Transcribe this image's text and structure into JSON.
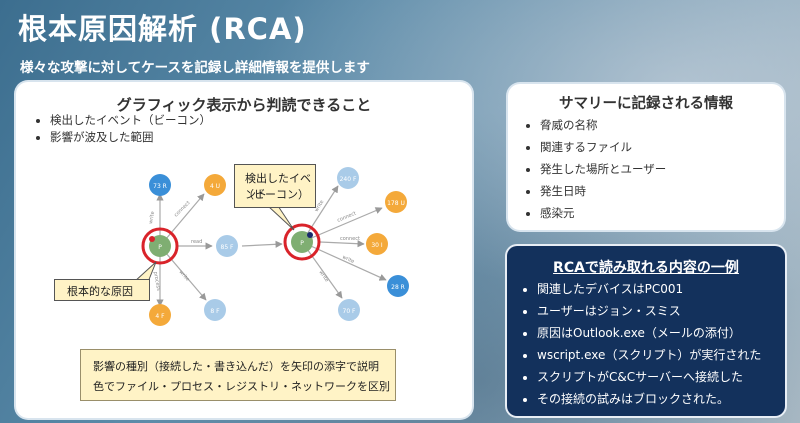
{
  "title": "根本原因解析 (RCA)",
  "subtitle": "様々な攻撃に対してケースを記録し詳細情報を提供します",
  "left_card": {
    "heading": "グラフィック表示から判読できること",
    "bullets": [
      "検出したイベント（ビーコン）",
      "影響が波及した範囲"
    ],
    "callout_event": [
      "検出したイベント",
      "（ビーコン）"
    ],
    "callout_root": "根本的な原因",
    "notes": [
      "影響の種別（接続した・書き込んだ）を矢印の添字で説明",
      "色でファイル・プロセス・レジストリ・ネットワークを区別"
    ]
  },
  "graph": {
    "nodes": {
      "n73r": "73 R",
      "n4u": "4 U",
      "p1": "P",
      "n85f": "85 F",
      "n4f": "4 F",
      "n8f": "8 F",
      "p2": "P",
      "n240f": "240 F",
      "n178u": "178 U",
      "n30i": "30 I",
      "n28r": "28 R",
      "n70f": "70 F"
    },
    "edges": {
      "e1": "write",
      "e2": "connect",
      "e3": "read",
      "e4": "write",
      "e5": "process",
      "e6": "write",
      "e7": "connect",
      "e8": "connect",
      "e9": "write",
      "e10": "write"
    }
  },
  "summary_card": {
    "heading": "サマリーに記録される情報",
    "items": [
      "脅威の名称",
      "関連するファイル",
      "発生した場所とユーザー",
      "発生日時",
      "感染元"
    ]
  },
  "rca_card": {
    "heading": "RCAで読み取れる内容の一例",
    "items": [
      "関連したデバイスはPC001",
      "ユーザーはジョン・スミス",
      "原因はOutlook.exe（メールの添付）",
      "wscript.exe（スクリプト）が実行された",
      "スクリプトがC&Cサーバーへ接続した",
      "その接続の試みはブロックされた。"
    ]
  },
  "colors": {
    "orange": "#f4a93a",
    "blue": "#3a8fd8",
    "light_blue": "#a9cbe8",
    "green": "#7fae72",
    "red_ring": "#d9232a",
    "rca_bg": "#13315c"
  }
}
